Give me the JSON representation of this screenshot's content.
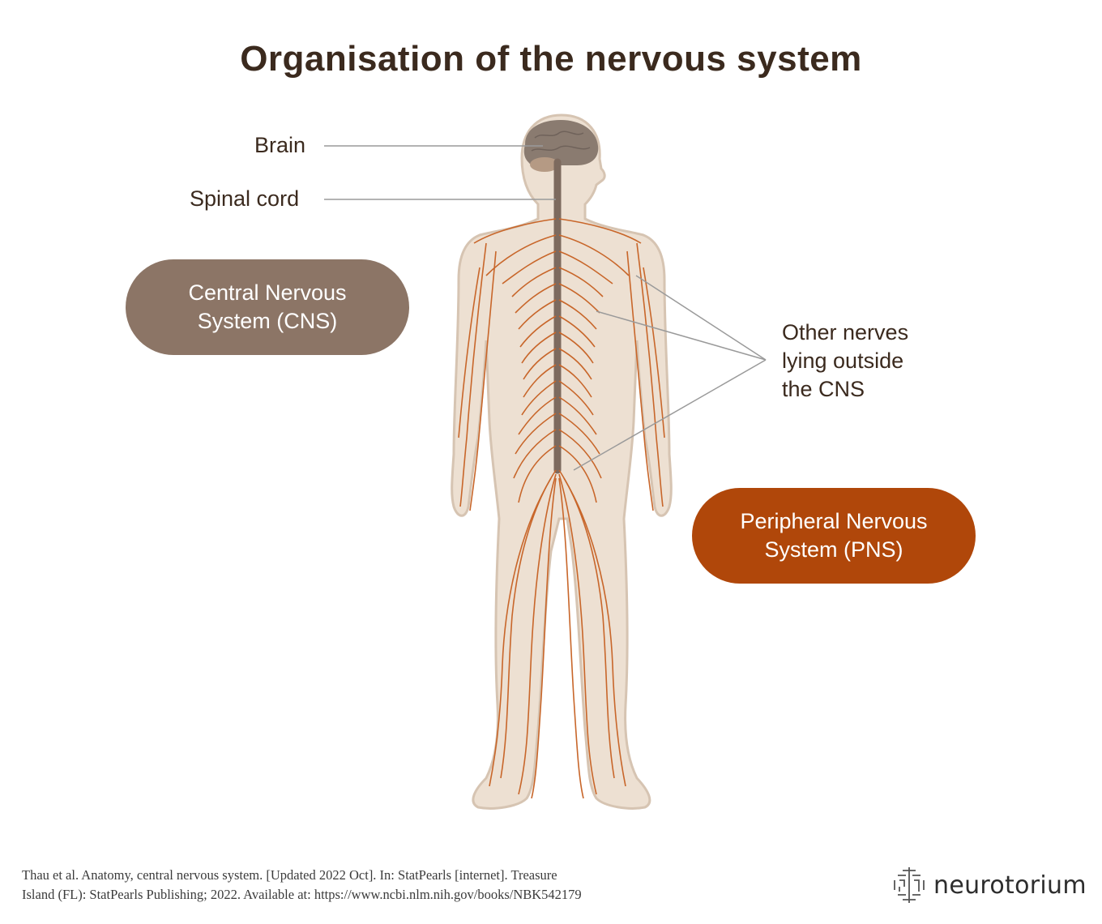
{
  "title": "Organisation of the nervous system",
  "labels": {
    "brain": "Brain",
    "spinal_cord": "Spinal cord",
    "other_nerves": [
      "Other nerves",
      "lying outside",
      "the CNS"
    ]
  },
  "cns": {
    "line1": "Central Nervous",
    "line2": "System (CNS)",
    "color": "#8c7566"
  },
  "pns": {
    "line1": "Peripheral Nervous",
    "line2": "System (PNS)",
    "color": "#b0470a"
  },
  "citation": {
    "line1": "Thau et al. Anatomy, central nervous system. [Updated 2022 Oct]. In: StatPearls [internet]. Treasure",
    "line2": "Island (FL): StatPearls Publishing; 2022. Available at: https://www.ncbi.nlm.nih.gov/books/NBK542179"
  },
  "logo": {
    "text": "neurotorium",
    "icon": "brain-maze-icon"
  },
  "colors": {
    "body": "#ede0d2",
    "outline": "#d6c4b2",
    "nerve": "#c8662a",
    "brain": "#8a7b70",
    "title": "#3b2a1e"
  }
}
